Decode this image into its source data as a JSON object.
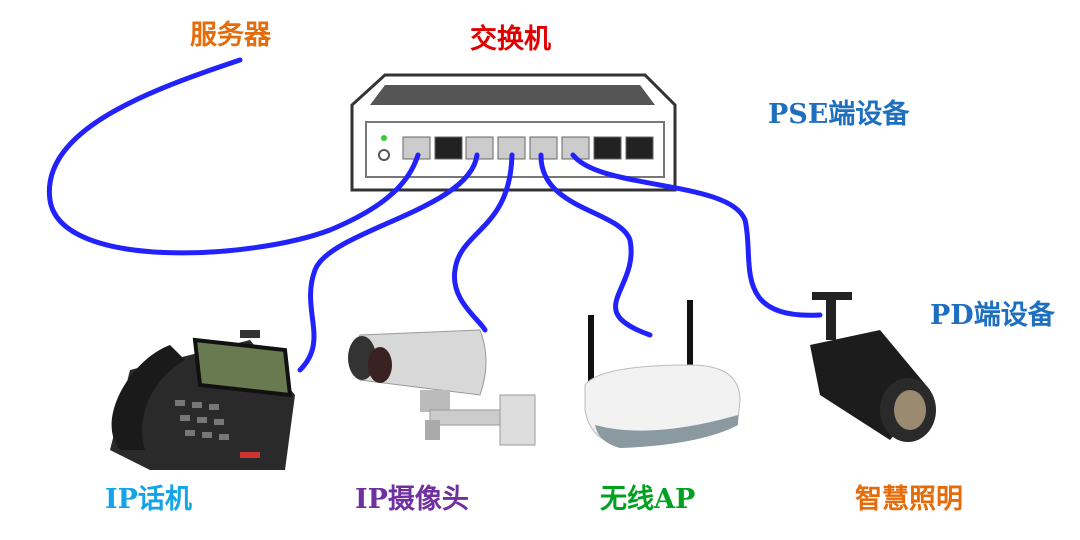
{
  "labels": {
    "server": "服务器",
    "switch": "交换机",
    "pse": "PSE端设备",
    "pd": "PD端设备",
    "ip_phone": "IP话机",
    "ip_camera": "IP摄像头",
    "wireless_ap": "无线AP",
    "smart_lighting": "智慧照明"
  },
  "colors": {
    "server": "#e46c0a",
    "switch": "#e00000",
    "pse": "#1f6fc0",
    "pd": "#1f6fc0",
    "ip_phone": "#12a3e8",
    "ip_camera": "#7030a0",
    "wireless_ap": "#00a020",
    "smart_lighting": "#e46c0a",
    "cable": "#2222ff"
  }
}
